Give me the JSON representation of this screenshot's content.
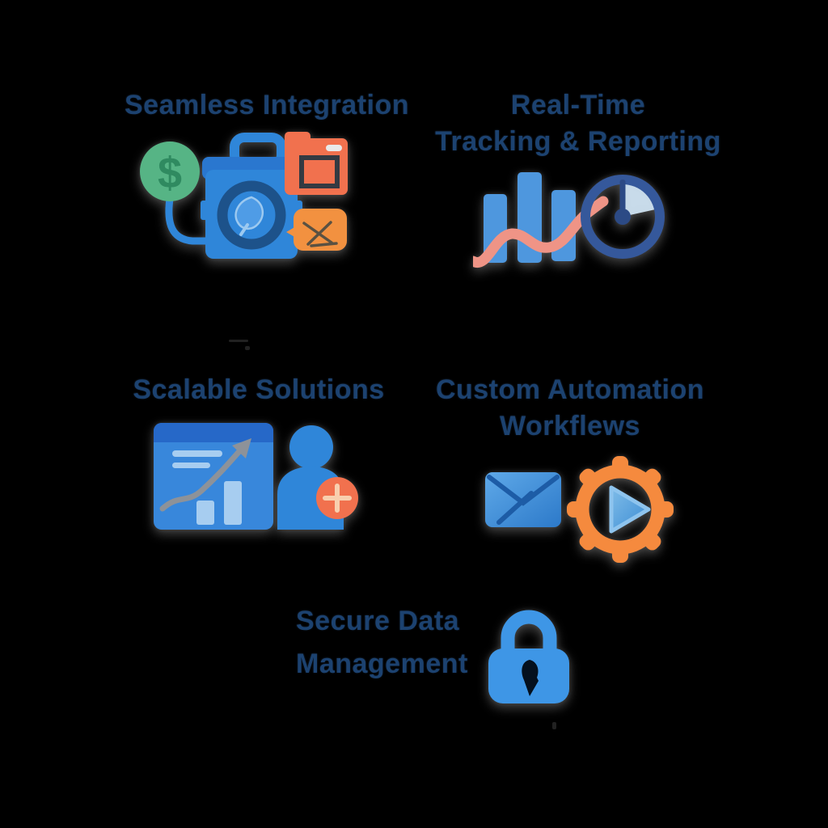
{
  "background_color": "#000000",
  "palette": {
    "title_color": "#1c4270",
    "coin_green": "#56b485",
    "coin_green_dark": "#2f8a60",
    "brand_blue": "#2f86d9",
    "brand_blue_dark": "#2a77cf",
    "brand_blue_light": "#4f9ce6",
    "coral": "#f1714e",
    "orange": "#f29140",
    "salmon": "#ef9486",
    "clock_navy": "#35589b",
    "clock_hand_navy": "#2c4a85",
    "sky_light": "#cfe3f2",
    "bar_blue": "#4e97de",
    "window_blue": "#3887db",
    "window_header_blue": "#2668c8",
    "window_detail_light": "#a7cdf0",
    "arrow_gray": "#8d9299",
    "gear_orange": "#f58a3e",
    "play_blue": "#4a9ad9",
    "lock_blue": "#3e96e6"
  },
  "glyphs": {
    "dollar_sign": "$"
  },
  "sections": [
    {
      "id": "seamless-integration",
      "title_lines": [
        "Seamless Integration"
      ],
      "icons": [
        "dollar-coin-icon",
        "briefcase-icon",
        "folder-icon",
        "mail-icon",
        "connector-line"
      ]
    },
    {
      "id": "realtime-tracking-reporting",
      "title_lines": [
        "Real-Time",
        "Tracking & Reporting"
      ],
      "icons": [
        "bar-chart-icon",
        "trend-wave-icon",
        "clock-icon"
      ]
    },
    {
      "id": "scalable-solutions",
      "title_lines": [
        "Scalable Solutions"
      ],
      "icons": [
        "analytics-window-icon",
        "growth-arrow-icon",
        "add-user-icon"
      ]
    },
    {
      "id": "custom-automation-workflows",
      "title_lines": [
        "Custom Automation",
        "Workflews"
      ],
      "icons": [
        "envelope-icon",
        "gear-play-icon"
      ]
    },
    {
      "id": "secure-data-management",
      "title_lines": [
        "Secure Data",
        "Management"
      ],
      "icons": [
        "padlock-icon"
      ]
    }
  ]
}
